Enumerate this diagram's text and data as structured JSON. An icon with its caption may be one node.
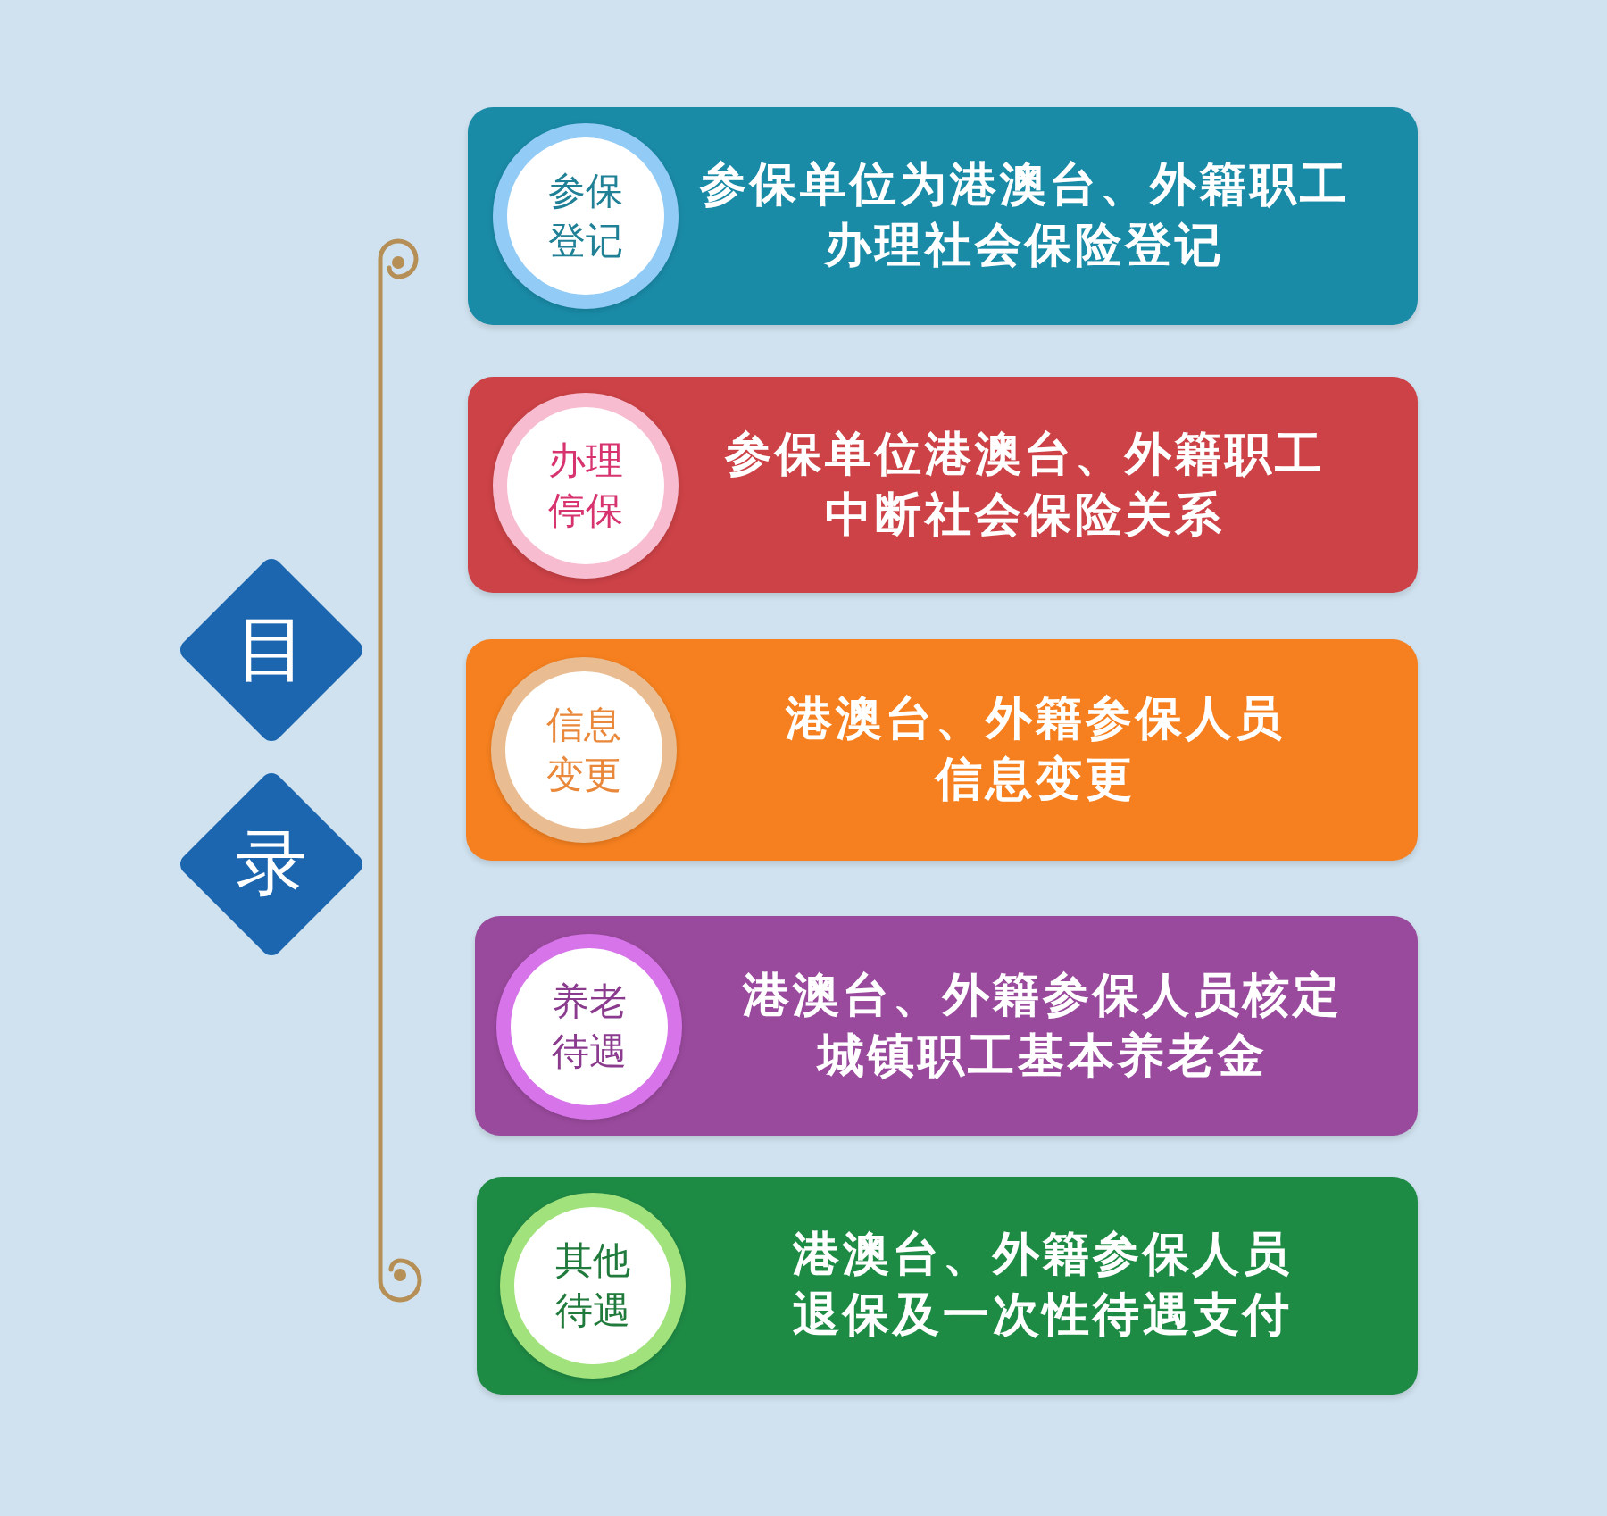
{
  "diagram": {
    "nodes": [
      {
        "text": [
          "目"
        ]
      },
      {
        "text": [
          "录"
        ]
      },
      {
        "text": [
          "参保单位为港澳台、外籍职工办理社会保险登记"
        ]
      },
      {
        "text": [
          "参保登记"
        ],
        "in": 2
      },
      {
        "text": [
          "参保单位港澳台、外籍职工中断社会保险关系"
        ]
      },
      {
        "text": [
          "办理停保"
        ],
        "in": 4
      },
      {
        "text": [
          "港澳台、外籍参保人员信息变更"
        ]
      },
      {
        "text": [
          "信息变更"
        ],
        "in": 6
      },
      {
        "text": [
          "港澳台、外籍参保人员核定城镇职工基本养老金"
        ]
      },
      {
        "text": [
          "养老待遇"
        ],
        "in": 8
      },
      {
        "text": [
          "港澳台、外籍参保人员退保及一次性待遇支付"
        ]
      },
      {
        "text": [
          "其他待遇"
        ],
        "in": 10
      }
    ]
  }
}
